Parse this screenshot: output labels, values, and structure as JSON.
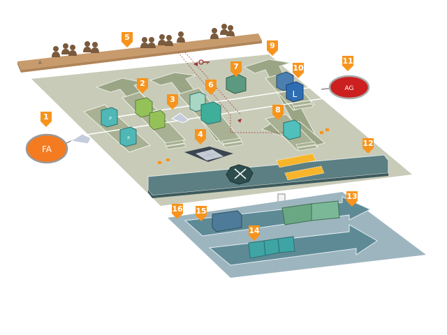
{
  "diagram": {
    "title": "Warehouse floor layout",
    "bench_label": "A",
    "circles": [
      {
        "id": "FA",
        "label": "FA",
        "marker": "1",
        "color": "#f47b20"
      },
      {
        "id": "AG",
        "label": "AG",
        "marker": "11",
        "color": "#cc1f1f"
      }
    ],
    "box_labels": {
      "p": "P",
      "l": "L"
    },
    "markers": [
      "1",
      "2",
      "3",
      "4",
      "5",
      "6",
      "7",
      "8",
      "9",
      "10",
      "11",
      "12",
      "13",
      "14",
      "15",
      "16"
    ],
    "colors": {
      "marker": "#f7941d",
      "floor": "#c8cbb8",
      "lower_floor": "#9db5bf",
      "conveyor": "#5b7f82",
      "bench": "#c89b6d",
      "people": "#7a5a3c"
    }
  }
}
